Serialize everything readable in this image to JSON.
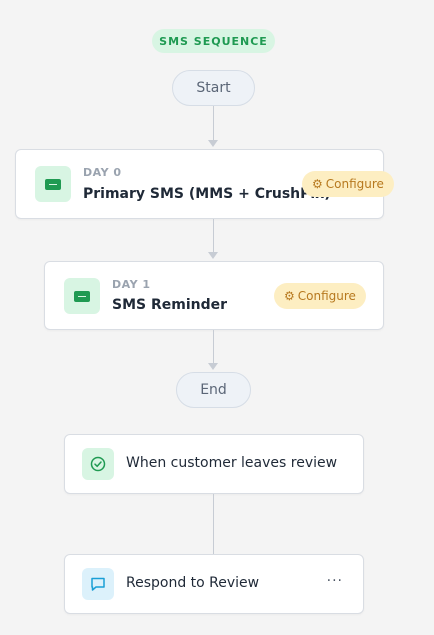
{
  "sequence_label": "SMS SEQUENCE",
  "start_label": "Start",
  "end_label": "End",
  "steps": [
    {
      "day": "DAY 0",
      "title": "Primary SMS (MMS + CrushPix)",
      "configure_label": "Configure",
      "icon": "sms-icon"
    },
    {
      "day": "DAY 1",
      "title": "SMS Reminder",
      "configure_label": "Configure",
      "icon": "sms-icon"
    }
  ],
  "trigger": {
    "label": "When customer leaves review",
    "icon": "check-circle-icon"
  },
  "action": {
    "label": "Respond to Review",
    "icon": "chat-bubble-icon",
    "more_label": "···"
  },
  "colors": {
    "accent_green": "#1f9a52",
    "green_tint": "#d8f5e3",
    "configure_bg": "#fdeec2",
    "configure_text": "#b7791f",
    "respond_tint": "#dcf1fb",
    "respond_icon": "#1a9fd6"
  }
}
